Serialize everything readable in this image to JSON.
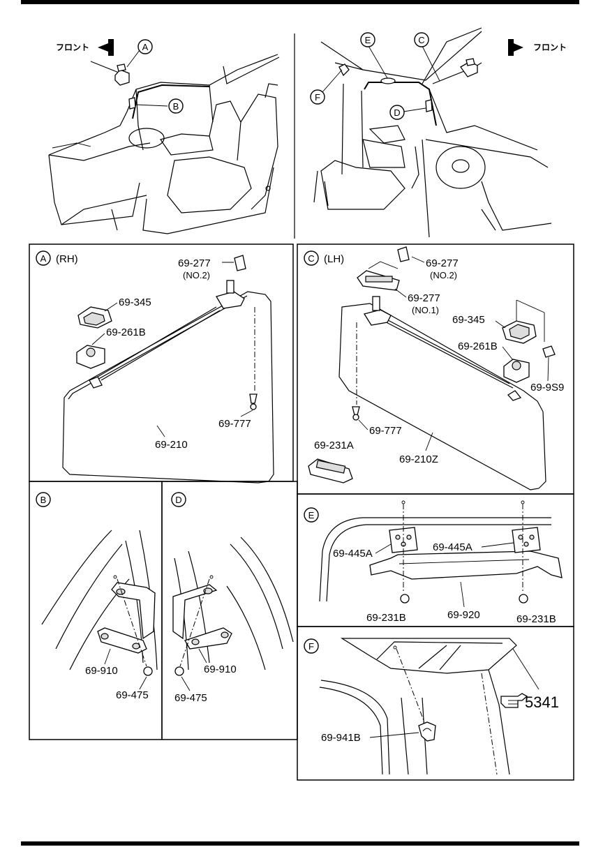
{
  "callouts": {
    "A": "A",
    "B": "B",
    "C": "C",
    "D": "D",
    "E": "E",
    "F": "F"
  },
  "front_label": "フロント",
  "panels": {
    "A": {
      "title": "(RH)",
      "parts": {
        "p1": "69-277",
        "p1b": "(NO.2)",
        "p2": "69-345",
        "p3": "69-261B",
        "p4": "69-777",
        "p5": "69-210"
      }
    },
    "C": {
      "title": "(LH)",
      "parts": {
        "p1": "69-277",
        "p1b": "(NO.2)",
        "p2": "69-277",
        "p2b": "(NO.1)",
        "p3": "69-345",
        "p4": "69-261B",
        "p5": "69-9S9",
        "p6": "69-777",
        "p7": "69-231A",
        "p8": "69-210Z"
      }
    },
    "B": {
      "parts": {
        "p1": "69-910",
        "p2": "69-475"
      }
    },
    "D": {
      "parts": {
        "p1": "69-910",
        "p2": "69-475"
      }
    },
    "E": {
      "parts": {
        "p1": "69-445A",
        "p2": "69-445A",
        "p3": "69-231B",
        "p4": "69-920",
        "p5": "69-231B"
      }
    },
    "F": {
      "parts": {
        "p1": "69-941B",
        "ref": "5341"
      }
    }
  }
}
